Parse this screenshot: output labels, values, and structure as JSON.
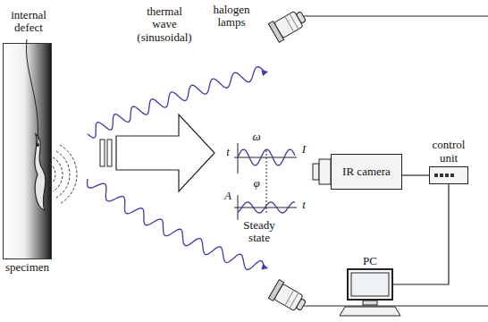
{
  "diagram": {
    "nodes": [
      {
        "text": [
          "specimen"
        ]
      },
      {
        "text": [
          "IR camera"
        ]
      },
      {
        "text": [
          "control unit"
        ]
      },
      {
        "text": [
          "PC"
        ]
      }
    ],
    "edges": [
      {
        "from": 1,
        "to": 2,
        "arrow": "none"
      },
      {
        "from": 2,
        "to": 3,
        "arrow": "none"
      }
    ],
    "labels": [
      "internal defect",
      "thermal wave (sinusoidal)",
      "halogen lamps",
      "ω",
      "t",
      "I",
      "φ",
      "A",
      "t",
      "Steady state"
    ]
  }
}
